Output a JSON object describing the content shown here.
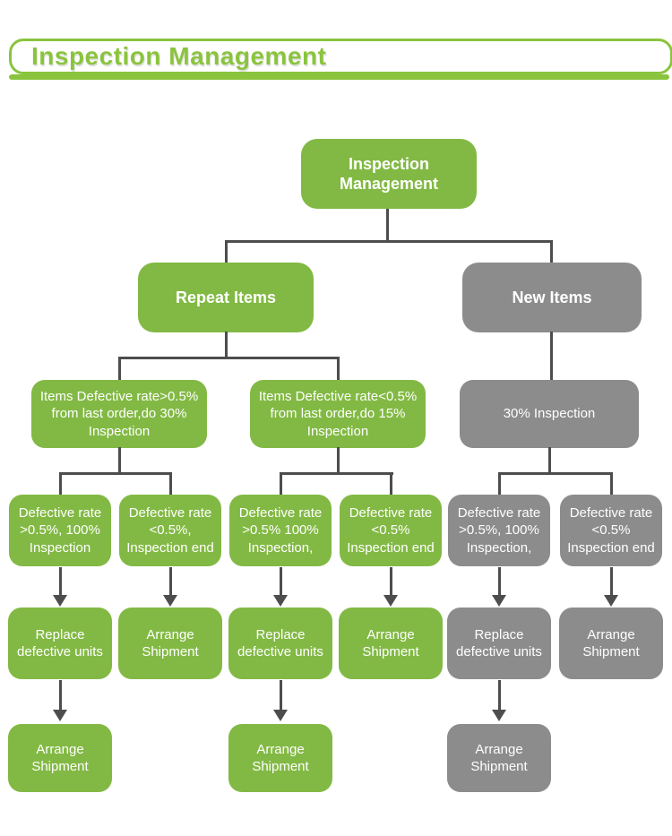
{
  "header": {
    "title": "Inspection Management"
  },
  "colors": {
    "header_green": "#8ac43e",
    "box_green": "#82b944",
    "box_gray": "#8c8c8c",
    "line": "#4d4d4d",
    "text_on_box": "#ffffff"
  },
  "flowchart": {
    "root": {
      "label": "Inspection Management",
      "color": "green"
    },
    "level2": [
      {
        "label": "Repeat Items",
        "color": "green"
      },
      {
        "label": "New Items",
        "color": "gray"
      }
    ],
    "level3": [
      {
        "label": "Items Defective rate>0.5% from last order,do 30% Inspection",
        "color": "green"
      },
      {
        "label": "Items Defective rate<0.5% from last order,do 15% Inspection",
        "color": "green"
      },
      {
        "label": "30% Inspection",
        "color": "gray"
      }
    ],
    "level4": [
      {
        "label": "Defective rate >0.5%, 100% Inspection",
        "color": "green"
      },
      {
        "label": "Defective rate <0.5%, Inspection end",
        "color": "green"
      },
      {
        "label": "Defective rate >0.5% 100% Inspection,",
        "color": "green"
      },
      {
        "label": "Defective rate <0.5% Inspection end",
        "color": "green"
      },
      {
        "label": "Defective rate >0.5%, 100% Inspection,",
        "color": "gray"
      },
      {
        "label": "Defective rate <0.5% Inspection end",
        "color": "gray"
      }
    ],
    "level5": [
      {
        "label": "Replace defective units",
        "color": "green"
      },
      {
        "label": "Arrange Shipment",
        "color": "green"
      },
      {
        "label": "Replace defective units",
        "color": "green"
      },
      {
        "label": "Arrange Shipment",
        "color": "green"
      },
      {
        "label": "Replace defective units",
        "color": "gray"
      },
      {
        "label": "Arrange Shipment",
        "color": "gray"
      }
    ],
    "level6": [
      {
        "label": "Arrange Shipment",
        "color": "green"
      },
      {
        "label": "Arrange Shipment",
        "color": "green"
      },
      {
        "label": "Arrange Shipment",
        "color": "gray"
      }
    ]
  }
}
